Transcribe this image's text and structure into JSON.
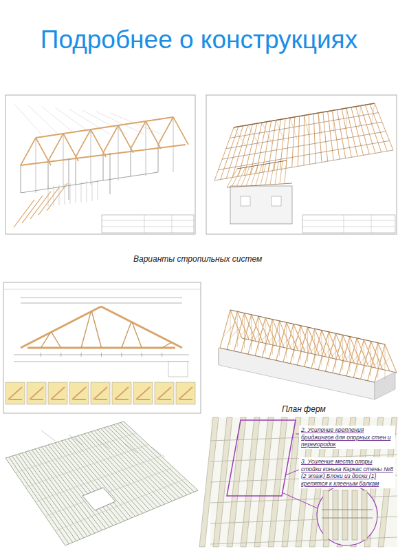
{
  "diagram": {
    "title": "Подробнее о конструкциях",
    "labels": [
      "Варианты стропильных систем",
      "План ферм",
      "2. Усиление крепления бриджингов для опорных стен и перегородок",
      "3. Усиление места опоры стойки конька Каркас стены №8 (2 этаж) Блоки из доски (1) крепятся к клееным балкам"
    ]
  }
}
